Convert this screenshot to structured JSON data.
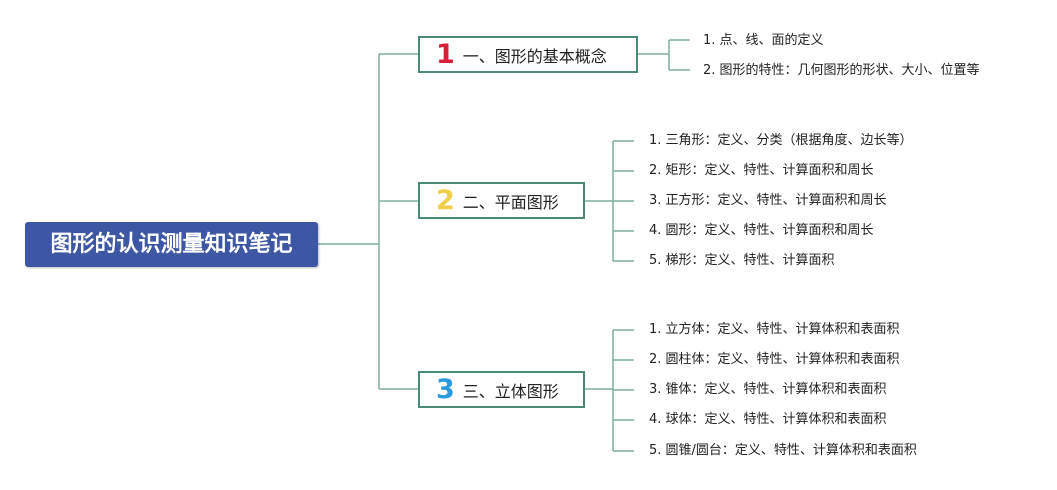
{
  "root": {
    "title": "图形的认识测量知识笔记"
  },
  "colors": {
    "root_bg": "#3e57a4",
    "line": "#7fae9f",
    "border": "#4a8a78",
    "num1": "#d8203a",
    "num2": "#f0d04a",
    "num3": "#2a9be0"
  },
  "branches": [
    {
      "num": "1",
      "label": "一、图形的基本概念",
      "leaves": [
        "1. 点、线、面的定义",
        "2. 图形的特性：几何图形的形状、大小、位置等"
      ]
    },
    {
      "num": "2",
      "label": "二、平面图形",
      "leaves": [
        "1. 三角形：定义、分类（根据角度、边长等）",
        "2. 矩形：定义、特性、计算面积和周长",
        "3. 正方形：定义、特性、计算面积和周长",
        "4. 圆形：定义、特性、计算面积和周长",
        "5. 梯形：定义、特性、计算面积"
      ]
    },
    {
      "num": "3",
      "label": "三、立体图形",
      "leaves": [
        "1. 立方体：定义、特性、计算体积和表面积",
        "2. 圆柱体：定义、特性、计算体积和表面积",
        "3. 锥体：定义、特性、计算体积和表面积",
        "4. 球体：定义、特性、计算体积和表面积",
        "5. 圆锥/圆台：定义、特性、计算体积和表面积"
      ]
    }
  ]
}
